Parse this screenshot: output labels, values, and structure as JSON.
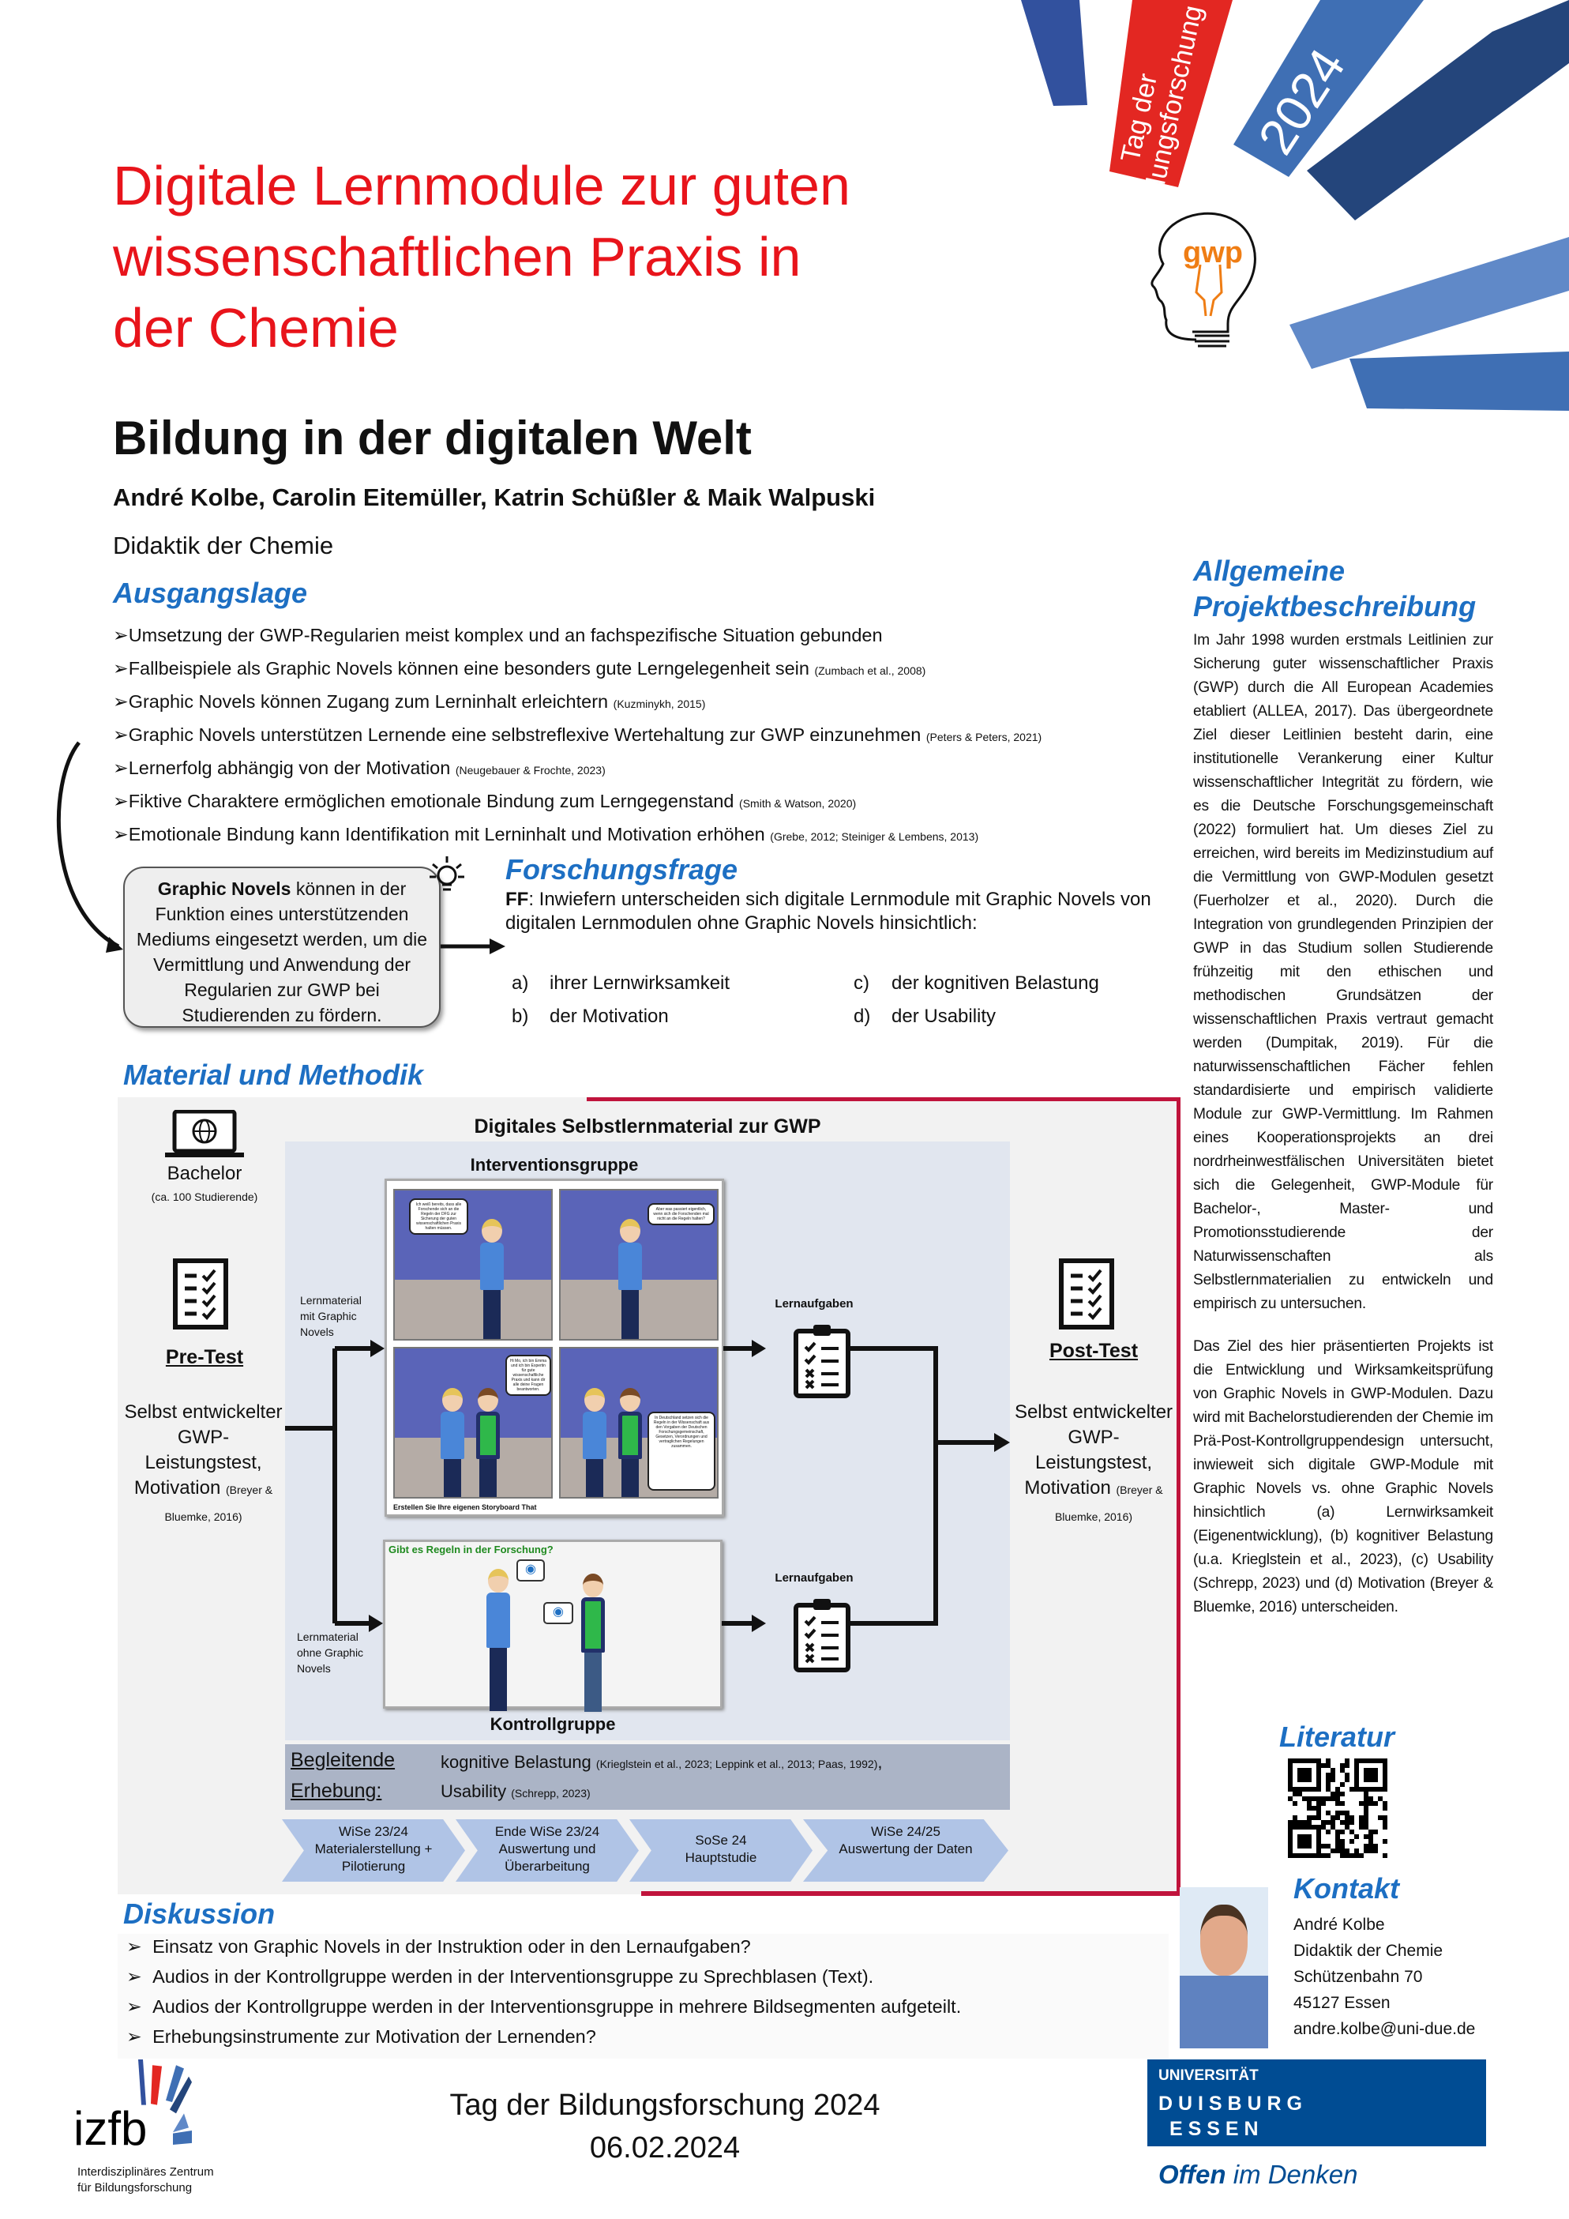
{
  "banner": {
    "line1": "Tag der",
    "line2": "Bildungsforschung",
    "year": "2024",
    "colors": {
      "red": "#e32722",
      "blue1": "#32519e",
      "blue2": "#3f6fb4",
      "blue3": "#24457b",
      "blue4": "#6089c8"
    }
  },
  "gwp_logo": {
    "text": "gwp",
    "color": "#ef7d14"
  },
  "title": [
    "Digitale Lernmodule zur guten",
    "wissenschaftlichen Praxis in",
    "der Chemie"
  ],
  "subtitle": "Bildung in der digitalen Welt",
  "authors": "André Kolbe, Carolin Eitemüller, Katrin Schüßler & Maik Walpuski",
  "department": "Didaktik der Chemie",
  "ausgangslage": {
    "heading": "Ausgangslage",
    "items": [
      {
        "text": "Umsetzung der GWP-Regularien meist komplex und an fachspezifische Situation gebunden",
        "cite": ""
      },
      {
        "text": "Fallbeispiele als Graphic Novels können eine besonders gute Lerngelegenheit sein",
        "cite": "(Zumbach et al., 2008)"
      },
      {
        "text": "Graphic Novels können Zugang zum Lerninhalt erleichtern",
        "cite": "(Kuzminykh, 2015)"
      },
      {
        "text": "Graphic Novels unterstützen Lernende eine selbstreflexive Wertehaltung zur GWP einzunehmen",
        "cite": "(Peters & Peters, 2021)"
      },
      {
        "text": "Lernerfolg abhängig von der Motivation",
        "cite": "(Neugebauer & Frochte, 2023)"
      },
      {
        "text": "Fiktive Charaktere ermöglichen emotionale Bindung zum Lerngegenstand",
        "cite": "(Smith & Watson, 2020)"
      },
      {
        "text": "Emotionale Bindung kann Identifikation mit Lerninhalt und Motivation erhöhen",
        "cite": "(Grebe, 2012; Steiniger & Lembens, 2013)"
      }
    ]
  },
  "summary_box": {
    "bold": "Graphic Novels",
    "rest": " können in der Funktion eines unterstützenden Mediums eingesetzt werden, um die Vermittlung und Anwendung der Regularien zur GWP bei Studierenden zu fördern."
  },
  "forschungsfrage": {
    "heading": "Forschungsfrage",
    "prefix": "FF",
    "text": ": Inwiefern unterscheiden sich digitale Lernmodule mit Graphic Novels von digitalen Lernmodulen ohne Graphic Novels  hinsichtlich:",
    "items": [
      {
        "key": "a)",
        "text": "ihrer Lernwirksamkeit"
      },
      {
        "key": "b)",
        "text": "der Motivation"
      },
      {
        "key": "c)",
        "text": "der kognitiven Belastung"
      },
      {
        "key": "d)",
        "text": "der Usability"
      }
    ]
  },
  "methodik": {
    "heading": "Material und Methodik",
    "sample": "Bachelor",
    "sample_note": "(ca. 100 Studierende)",
    "center_title": "Digitales Selbstlernmaterial zur GWP",
    "intervention": "Interventionsgruppe",
    "control": "Kontrollgruppe",
    "with_gn": "Lernmaterial mit Graphic Novels",
    "without_gn": "Lernmaterial ohne Graphic Novels",
    "tasks": "Lernaufgaben",
    "storyboard_credit": "Erstellen Sie Ihre eigenen Storyboard That",
    "control_title": "Gibt es Regeln in der Forschung?",
    "comic_bubbles": [
      "Ich weiß bereits, dass alle Forschende sich an die Regeln der DFG zur Sicherung der guten wissenschaftlichen Praxis halten müssen.",
      "Aber was passiert eigentlich, wenn sich die Forschenden mal nicht an die Regeln halten?",
      "Hi Mo, ich bin Emma und ich bin Expertin für gute wissenschaftliche Praxis und kann dir alle deine Fragen beantworten.",
      "In Deutschland setzen sich die Regeln in der Wissenschaft aus den Vorgaben der Deutschen Forschungsgemeinschaft, Gesetzen, Verordnungen und vertraglichen Regelungen zusammen."
    ],
    "pre": {
      "label": "Pre-Test",
      "desc": "Selbst entwickelter GWP-Leistungstest, Motivation",
      "cite": "(Breyer & Bluemke, 2016)"
    },
    "post": {
      "label": "Post-Test",
      "desc": "Selbst entwickelter GWP-Leistungstest, Motivation",
      "cite": "(Breyer & Bluemke, 2016)"
    },
    "begleitend": {
      "label1": "Begleitende",
      "label2": "Erhebung:",
      "row1": "kognitive Belastung",
      "row1_cite": "(Krieglstein et al., 2023; Leppink et al., 2013; Paas, 1992)",
      "row1_end": ",",
      "row2": "Usability",
      "row2_cite": "(Schrepp, 2023)"
    },
    "timeline": [
      {
        "t": "WiSe 23/24",
        "d": "Materialerstellung + Pilotierung"
      },
      {
        "t": "Ende WiSe 23/24",
        "d": "Auswertung und Überarbeitung"
      },
      {
        "t": "SoSe 24",
        "d": "Hauptstudie"
      },
      {
        "t": "WiSe 24/25",
        "d": "Auswertung der Daten"
      }
    ]
  },
  "projekt": {
    "heading1": "Allgemeine",
    "heading2": "Projektbeschreibung",
    "p1": "Im Jahr 1998 wurden erstmals Leitlinien zur Sicherung guter wissenschaftlicher Praxis (GWP) durch die All European Academies etabliert (ALLEA, 2017). Das übergeordnete Ziel dieser Leitlinien besteht darin, eine institutionelle Verankerung einer Kultur wissenschaftlicher Integrität zu fördern, wie es die Deutsche Forschungsgemeinschaft (2022) formuliert hat. Um dieses Ziel zu erreichen, wird bereits im Medizinstudium auf die Vermittlung von GWP-Modulen gesetzt (Fuerholzer et al., 2020). Durch die Integration von grundlegenden Prinzipien der GWP in das Studium sollen Studierende frühzeitig mit den ethischen und methodischen Grundsätzen der wissenschaftlichen Praxis vertraut gemacht werden (Dumpitak, 2019). Für die naturwissenschaftlichen Fächer fehlen standardisierte und empirisch validierte Module zur GWP-Vermittlung. Im Rahmen eines Kooperationsprojekts an drei nordrheinwestfälischen Universitäten bietet sich die Gelegenheit, GWP-Module für Bachelor-, Master- und Promotionsstudierende der Naturwissenschaften als Selbstlernmaterialien zu entwickeln und empirisch zu untersuchen.",
    "p2": "Das Ziel des hier präsentierten Projekts ist die Entwicklung und Wirksamkeitsprüfung von Graphic Novels in GWP-Modulen. Dazu wird mit Bachelorstudierenden der Chemie im Prä-Post-Kontrollgruppendesign untersucht, inwieweit sich digitale GWP-Module mit Graphic Novels vs. ohne Graphic Novels hinsichtlich (a) Lernwirksamkeit (Eigenentwicklung), (b) kognitiver Belastung (u.a. Krieglstein et al., 2023), (c) Usability (Schrepp, 2023) und (d) Motivation (Breyer & Bluemke, 2016) unterscheiden."
  },
  "literatur": {
    "heading": "Literatur"
  },
  "kontakt": {
    "heading": "Kontakt",
    "lines": [
      "André Kolbe",
      "Didaktik der Chemie",
      "Schützenbahn 70",
      "45127 Essen",
      "andre.kolbe@uni-due.de"
    ]
  },
  "diskussion": {
    "heading": "Diskussion",
    "items": [
      "Einsatz von Graphic Novels in der Instruktion oder in den Lernaufgaben?",
      "Audios in der Kontrollgruppe werden in der Interventionsgruppe zu Sprechblasen (Text).",
      "Audios der Kontrollgruppe werden in der Interventionsgruppe in mehrere Bildsegmenten aufgeteilt.",
      "Erhebungsinstrumente zur Motivation der Lernenden?"
    ]
  },
  "footer": {
    "event": "Tag der Bildungsforschung 2024",
    "date": "06.02.2024",
    "izfb": {
      "logo": "izfb",
      "line1": "Interdisziplinäres Zentrum",
      "line2": "für Bildungsforschung"
    },
    "ude": {
      "l1": "UNIVERSITÄT",
      "l2": "D U I S B U R G",
      "l3": "E S S E N",
      "slogan_a": "Offen",
      "slogan_b": " im Denken",
      "color": "#004c93"
    }
  }
}
